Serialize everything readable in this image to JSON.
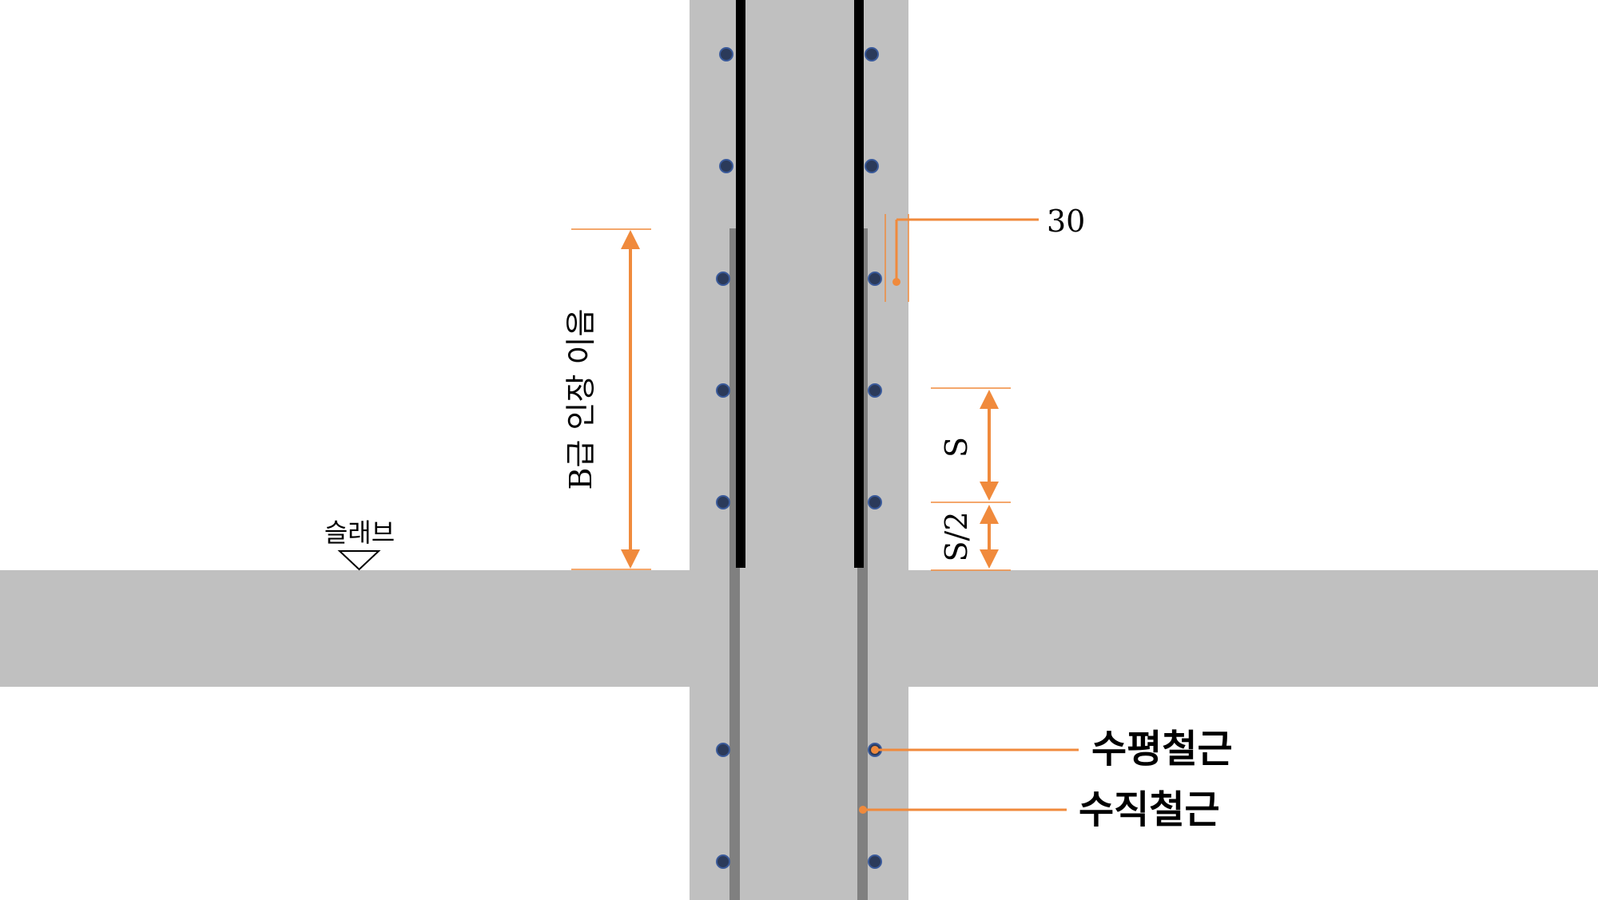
{
  "labels": {
    "cover": "30",
    "lap_splice": "B급 인장 이음",
    "spacing": "S",
    "half_spacing": "S/2",
    "slab": "슬래브",
    "horizontal_rebar": "수평철근",
    "vertical_rebar": "수직철근"
  },
  "colors": {
    "concrete": "#c0c0c0",
    "upper_bar": "#000000",
    "lower_bar": "#808080",
    "rebar_dot": "#2b3a5a",
    "dot_outline": "#3a5a9a",
    "dimension": "#f08a3c"
  }
}
